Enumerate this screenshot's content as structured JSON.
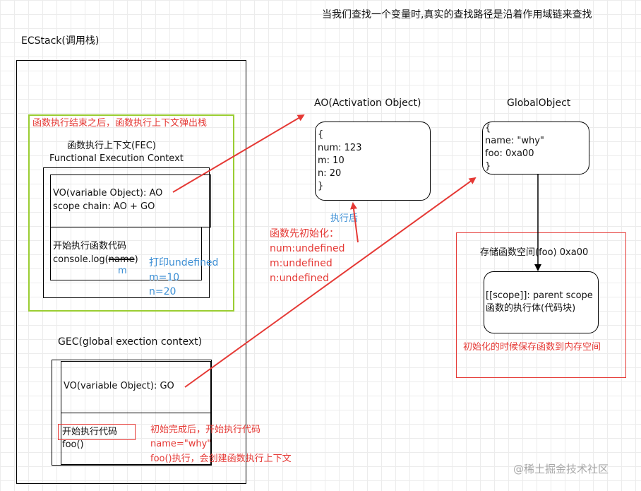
{
  "top_note": "当我们查找一个变量时,真实的查找路径是沿着作用域链来查找",
  "ecstack": {
    "title": "ECStack(调用栈)"
  },
  "fec": {
    "red_caption": "函数执行结束之后，函数执行上下文弹出栈",
    "title_line1": "函数执行上下文(FEC)",
    "title_line2": "Functional Execution Context",
    "vo_line1": "VO(variable Object): AO",
    "vo_line2": "scope chain: AO + GO",
    "code_line1": "开始执行函数代码",
    "code_line2_prefix": "console.log(",
    "code_line2_struck": "name",
    "code_line2_suffix": ")",
    "overwrite_m": "m",
    "blue_note_1": "打印undefined",
    "blue_note_2": "m=10",
    "blue_note_3": "n=20"
  },
  "gec": {
    "title": "GEC(global exection context)",
    "vo_line": "VO(variable Object): GO",
    "code_line1": "开始执行代码",
    "code_line2": "foo()",
    "red_note_1": "初始完成后，开始执行代码",
    "red_note_2": "name=\"why\"",
    "red_note_3": "foo()执行，会创建函数执行上下文"
  },
  "ao": {
    "title": "AO(Activation Object)",
    "lines": [
      "{",
      "num: 123",
      "m: 10",
      "n: 20",
      "}"
    ],
    "after_label": "执行后",
    "init_notes": [
      "函数先初始化：",
      "num:undefined",
      "m:undefined",
      "n:undefined"
    ]
  },
  "go": {
    "title": "GlobalObject",
    "lines": [
      "{",
      "name: \"why\"",
      "foo: 0xa00",
      "}"
    ]
  },
  "func_space": {
    "title": "存储函数空间(foo) 0xa00",
    "line1": "[[scope]]: parent scope",
    "line2": "函数的执行体(代码块)",
    "red_caption": "初始化的时候保存函数到内存空间"
  },
  "watermark": "@稀土掘金技术社区",
  "colors": {
    "red": "#e53935",
    "blue": "#3b8ed4",
    "green_border": "#9acd32"
  }
}
